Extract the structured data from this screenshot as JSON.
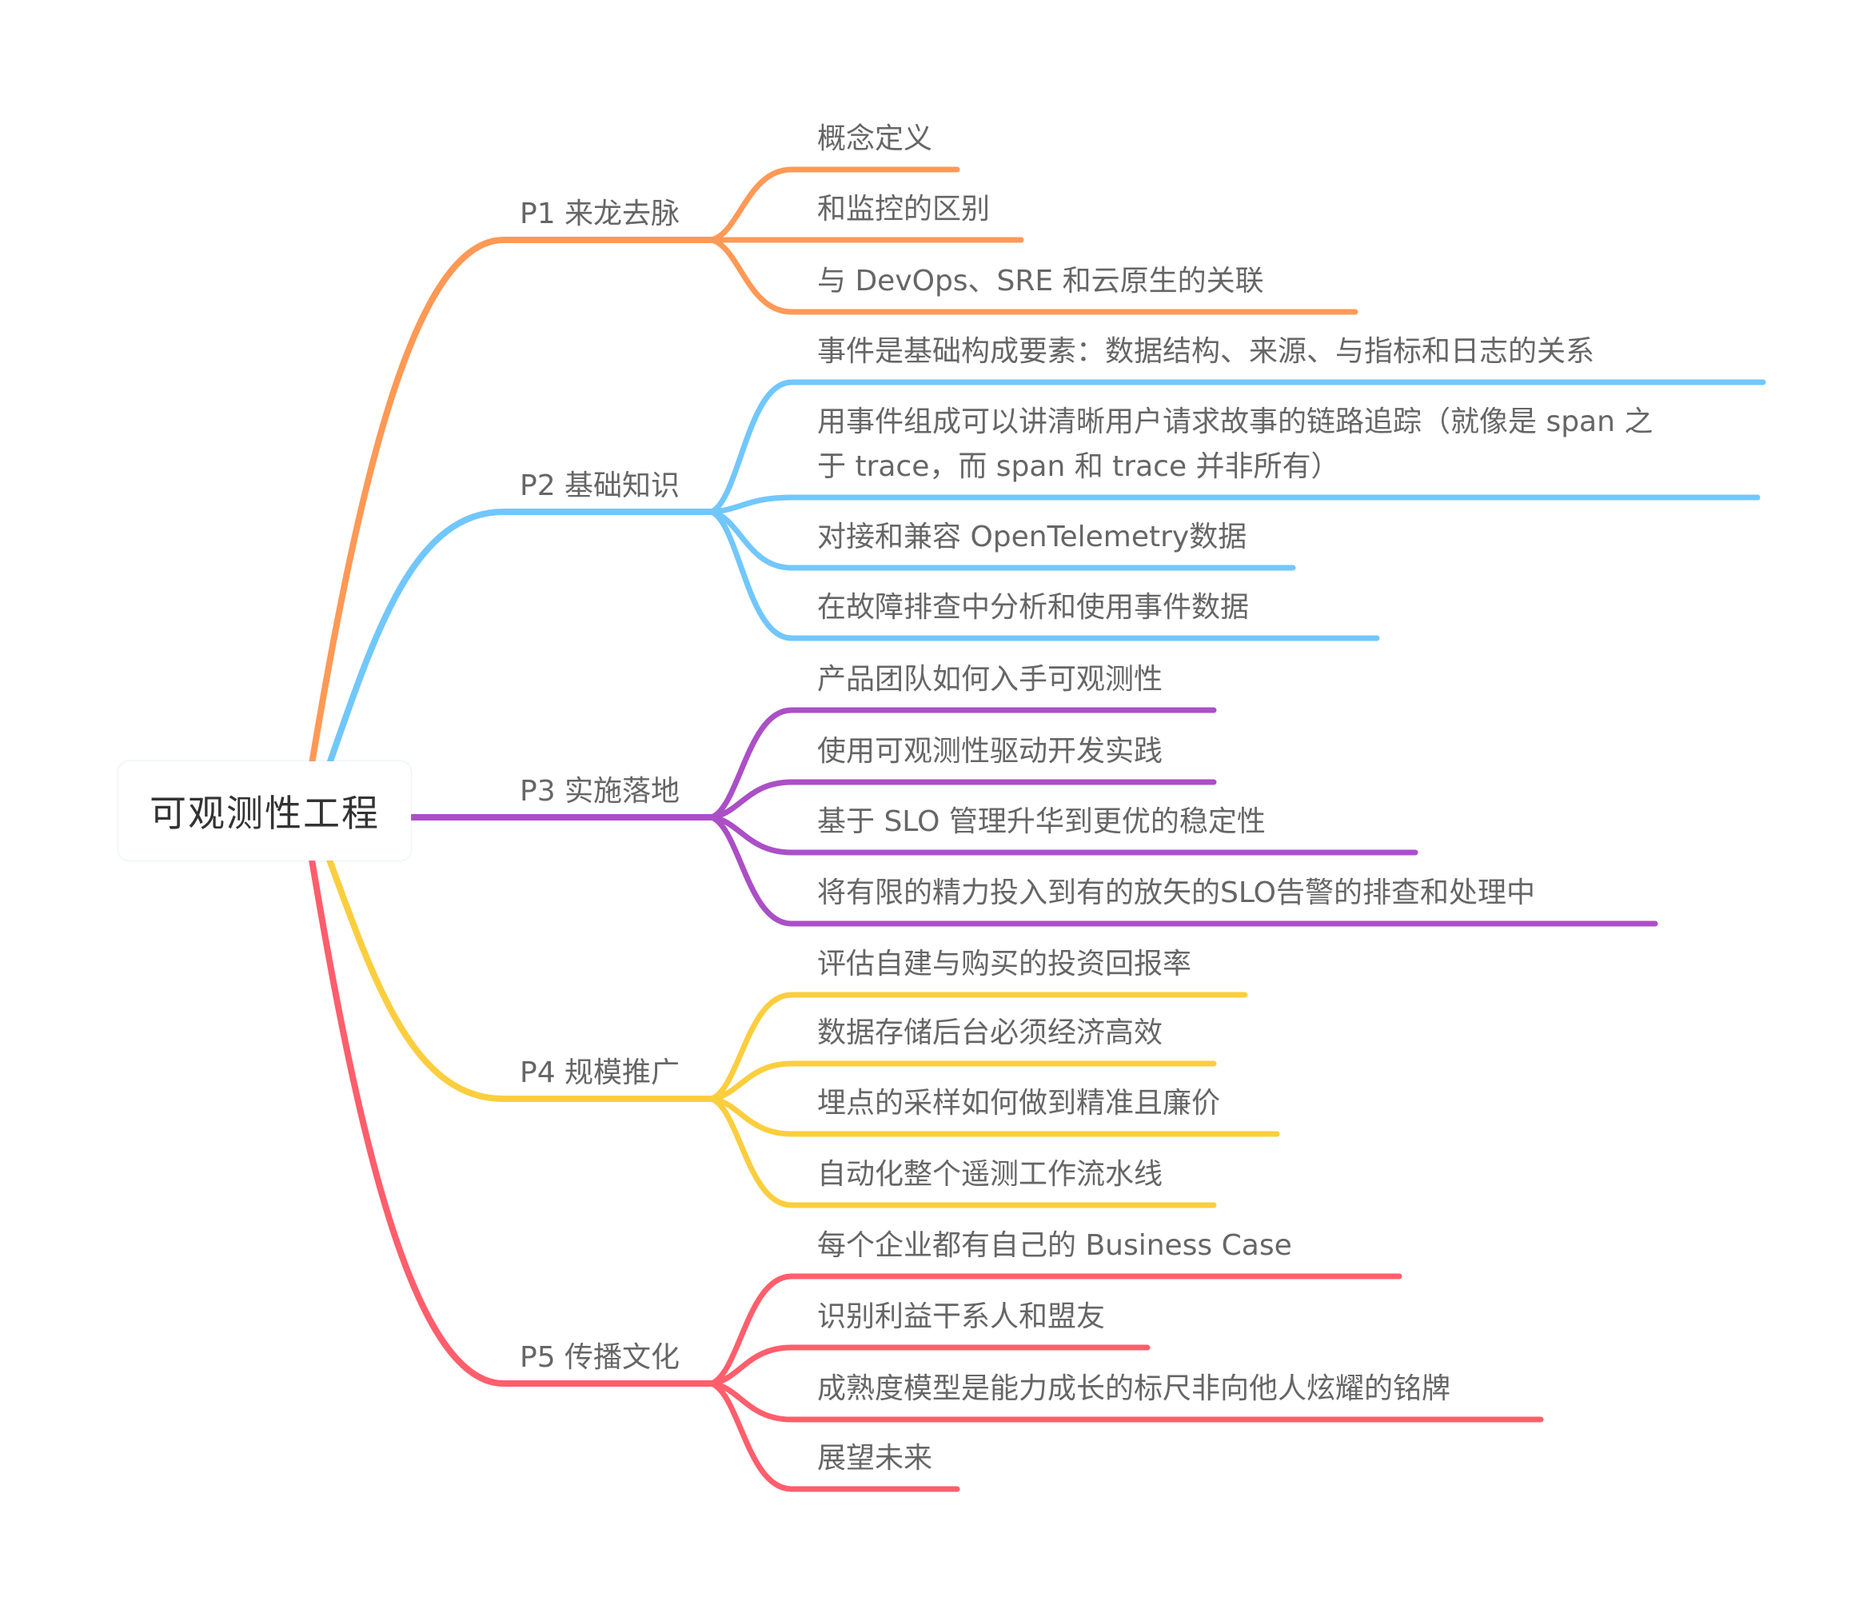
{
  "root": {
    "label": "可观测性工程"
  },
  "branches": [
    {
      "id": "p1",
      "label": "P1 来龙去脉",
      "color": "#FF9955",
      "children": [
        {
          "label": "概念定义"
        },
        {
          "label": "和监控的区别"
        },
        {
          "label": "与 DevOps、SRE 和云原生的关联"
        }
      ]
    },
    {
      "id": "p2",
      "label": "P2 基础知识",
      "color": "#71C7FC",
      "children": [
        {
          "label": "事件是基础构成要素：数据结构、来源、与指标和日志的关系"
        },
        {
          "label": "用事件组成可以讲清晰用户请求故事的链路追踪（就像是 span 之\n于 trace，而 span 和 trace 并非所有）"
        },
        {
          "label": "对接和兼容 OpenTelemetry数据"
        },
        {
          "label": "在故障排查中分析和使用事件数据"
        }
      ]
    },
    {
      "id": "p3",
      "label": "P3 实施落地",
      "color": "#AB4FC6",
      "children": [
        {
          "label": "产品团队如何入手可观测性"
        },
        {
          "label": "使用可观测性驱动开发实践"
        },
        {
          "label": "基于 SLO 管理升华到更优的稳定性"
        },
        {
          "label": "将有限的精力投入到有的放矢的SLO告警的排查和处理中"
        }
      ]
    },
    {
      "id": "p4",
      "label": "P4 规模推广",
      "color": "#FBCE3E",
      "children": [
        {
          "label": "评估自建与购买的投资回报率"
        },
        {
          "label": "数据存储后台必须经济高效"
        },
        {
          "label": "埋点的采样如何做到精准且廉价"
        },
        {
          "label": "自动化整个遥测工作流水线"
        }
      ]
    },
    {
      "id": "p5",
      "label": "P5 传播文化",
      "color": "#FF5E6C",
      "children": [
        {
          "label": "每个企业都有自己的 Business Case"
        },
        {
          "label": "识别利益干系人和盟友"
        },
        {
          "label": "成熟度模型是能力成长的标尺非向他人炫耀的铭牌"
        },
        {
          "label": "展望未来"
        }
      ]
    }
  ]
}
